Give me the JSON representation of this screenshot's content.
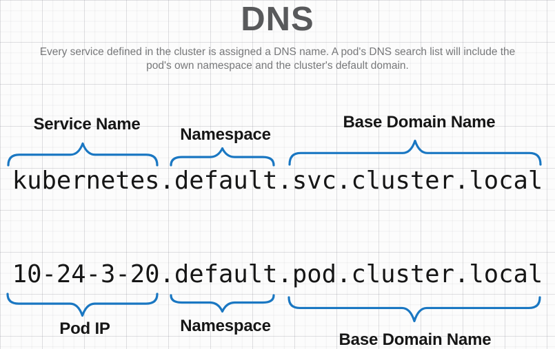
{
  "header": {
    "title": "DNS",
    "subtitle_line1": "Every service defined in the cluster is assigned a DNS name. A pod's DNS search list will include the",
    "subtitle_line2": "pod's own namespace and the cluster's default domain."
  },
  "service_record": {
    "dns_name": "kubernetes.default.svc.cluster.local",
    "labels": {
      "service_name": "Service Name",
      "namespace": "Namespace",
      "base_domain": "Base Domain Name"
    }
  },
  "pod_record": {
    "dns_name": "10-24-3-20.default.pod.cluster.local",
    "labels": {
      "pod_ip": "Pod IP",
      "namespace": "Namespace",
      "base_domain": "Base Domain Name"
    }
  },
  "colors": {
    "brace_blue": "#1a77c2",
    "title_gray": "#58595b",
    "subtitle_gray": "#77787a",
    "ink_black": "#161616"
  }
}
